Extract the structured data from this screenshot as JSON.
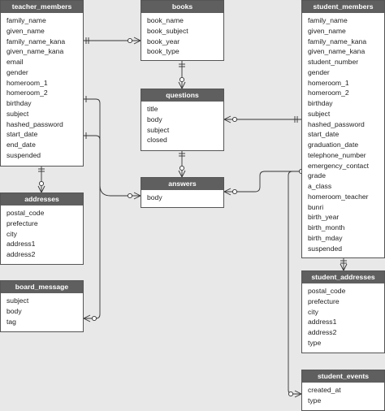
{
  "entities": {
    "teacher_members": {
      "title": "teacher_members",
      "fields": [
        "family_name",
        "given_name",
        "family_name_kana",
        "given_name_kana",
        "email",
        "gender",
        "homeroom_1",
        "homeroom_2",
        "birthday",
        "subject",
        "hashed_password",
        "start_date",
        "end_date",
        "suspended"
      ]
    },
    "books": {
      "title": "books",
      "fields": [
        "book_name",
        "book_subject",
        "book_year",
        "book_type"
      ]
    },
    "questions": {
      "title": "questions",
      "fields": [
        "title",
        "body",
        "subject",
        "closed"
      ]
    },
    "answers": {
      "title": "answers",
      "fields": [
        "body"
      ]
    },
    "student_members": {
      "title": "student_members",
      "fields": [
        "family_name",
        "given_name",
        "family_name_kana",
        "given_name_kana",
        "student_number",
        "gender",
        "homeroom_1",
        "homeroom_2",
        "birthday",
        "subject",
        "hashed_password",
        "start_date",
        "graduation_date",
        "telephone_number",
        "emergency_contact",
        "grade",
        "a_class",
        "homeroom_teacher",
        "bunri",
        "birth_year",
        "birth_month",
        "birth_mday",
        "suspended"
      ]
    },
    "addresses": {
      "title": "addresses",
      "fields": [
        "postal_code",
        "prefecture",
        "city",
        "address1",
        "address2"
      ]
    },
    "board_message": {
      "title": "board_message",
      "fields": [
        "subject",
        "body",
        "tag"
      ]
    },
    "student_addresses": {
      "title": "student_addresses",
      "fields": [
        "postal_code",
        "prefecture",
        "city",
        "address1",
        "address2",
        "type"
      ]
    },
    "student_events": {
      "title": "student_events",
      "fields": [
        "created_at",
        "type"
      ]
    }
  },
  "colors": {
    "background": "#e8e8e8",
    "header": "#5f5f5f",
    "header_text": "#ffffff",
    "line": "#333333"
  }
}
